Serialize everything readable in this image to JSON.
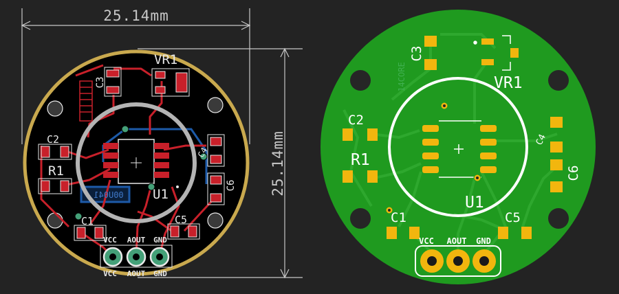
{
  "dimensions": {
    "width_label": "25.14mm",
    "height_label": "25.14mm"
  },
  "layout_view": {
    "labels": {
      "c3": "C3",
      "vr1": "VR1",
      "c2": "C2",
      "r1": "R1",
      "c4": "C4",
      "c6": "C6",
      "u1": "U1",
      "c1": "C1",
      "c5": "C5",
      "u1_marking": "00U041"
    },
    "connector": {
      "top": [
        "VCC",
        "AOUT",
        "GND"
      ],
      "bottom": [
        "VCC",
        "AOUT",
        "GND"
      ]
    }
  },
  "render_view": {
    "labels": {
      "c3": "C3",
      "vr1": "VR1",
      "c2": "C2",
      "r1": "R1",
      "c4": "C4",
      "c6": "C6",
      "u1": "U1",
      "c1": "C1",
      "c5": "C5",
      "watermark": "14CORE"
    },
    "connector": [
      "VCC",
      "AOUT",
      "GND"
    ]
  },
  "colors": {
    "background": "#232323",
    "dimension_line": "#c8c8c8",
    "board_edge_ring": "#c9a94e",
    "layout_board": "#000000",
    "copper_trace": "#c8202a",
    "pad": "#e8e8e8",
    "back_copper": "#1d5aa8",
    "silkscreen": "#cfcfcf",
    "silkscreen_label": "#e8e8e8",
    "pad_green": "#44a078",
    "soldermask": "#1f9a1f",
    "trace_on_mask": "#2ea82e",
    "gold_pad": "#f2b60e"
  }
}
